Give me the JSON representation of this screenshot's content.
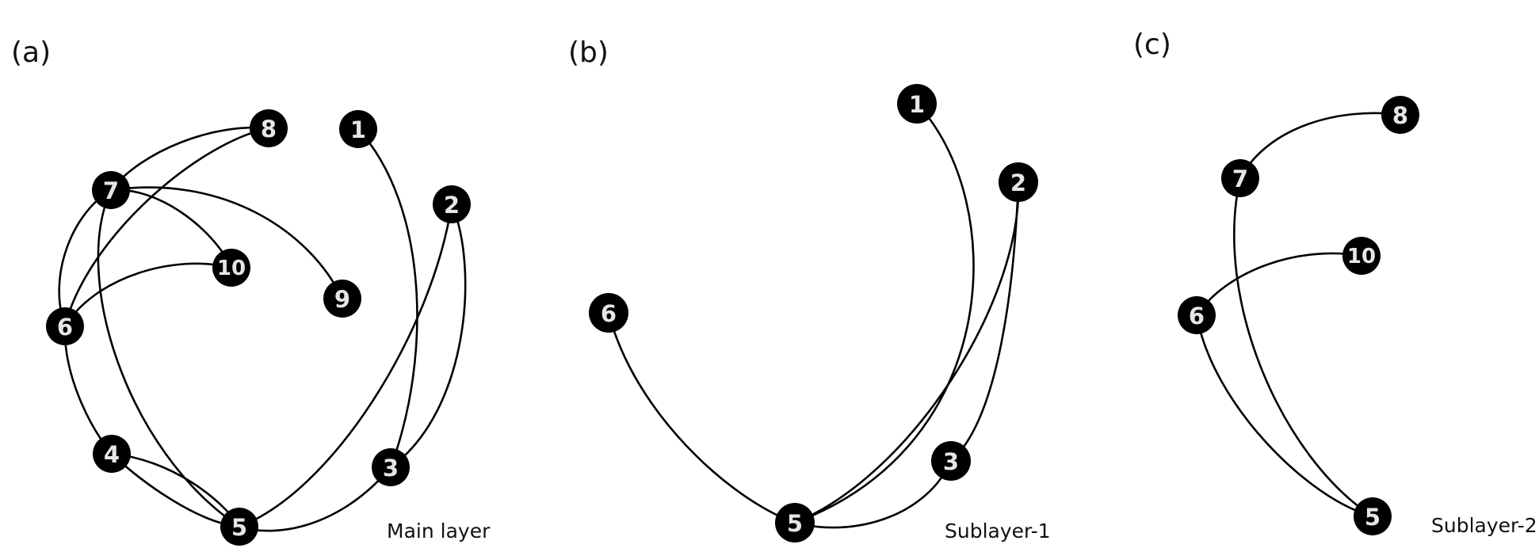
{
  "panels": [
    {
      "id": "a",
      "label": "(a)",
      "layer_name": "Main layer",
      "nodes": [
        "1",
        "2",
        "3",
        "4",
        "5",
        "6",
        "7",
        "8",
        "9",
        "10"
      ],
      "edges": [
        [
          "1",
          "3"
        ],
        [
          "2",
          "3"
        ],
        [
          "2",
          "5"
        ],
        [
          "3",
          "5"
        ],
        [
          "4",
          "5"
        ],
        [
          "5",
          "7"
        ],
        [
          "6",
          "8"
        ],
        [
          "6",
          "10"
        ],
        [
          "6",
          "4"
        ],
        [
          "7",
          "8"
        ],
        [
          "7",
          "10"
        ],
        [
          "7",
          "9"
        ],
        [
          "6",
          "7"
        ]
      ]
    },
    {
      "id": "b",
      "label": "(b)",
      "layer_name": "Sublayer-1",
      "nodes": [
        "1",
        "2",
        "3",
        "5",
        "6"
      ],
      "edges": [
        [
          "1",
          "5"
        ],
        [
          "2",
          "5"
        ],
        [
          "5",
          "3"
        ],
        [
          "6",
          "5"
        ]
      ]
    },
    {
      "id": "c",
      "label": "(c)",
      "layer_name": "Sublayer-2",
      "nodes": [
        "5",
        "6",
        "7",
        "8",
        "10"
      ],
      "edges": [
        [
          "7",
          "8"
        ],
        [
          "7",
          "5"
        ],
        [
          "6",
          "10"
        ],
        [
          "6",
          "5"
        ]
      ]
    }
  ]
}
